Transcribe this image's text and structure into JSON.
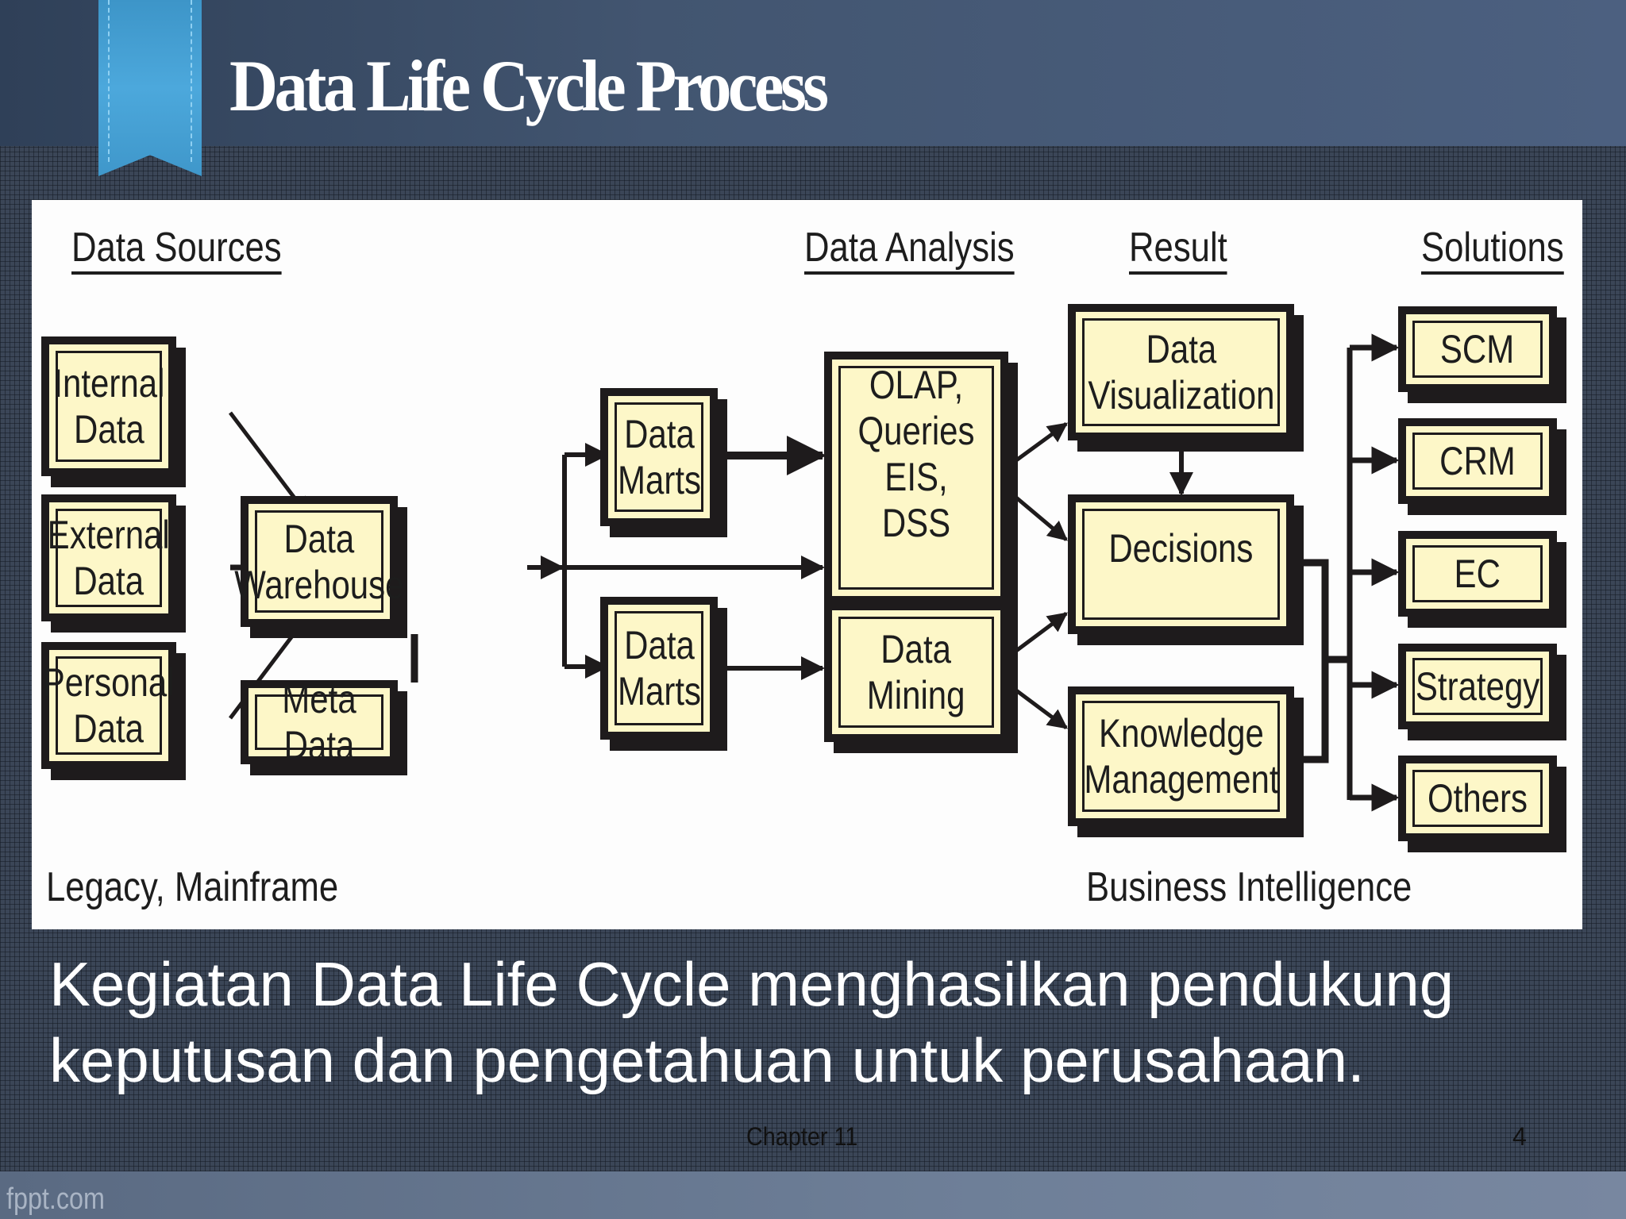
{
  "slide": {
    "title": "Data Life Cycle Process",
    "body_text": "Kegiatan Data Life Cycle menghasilkan pendukung keputusan dan pengetahuan untuk perusahaan.",
    "footer_center": "Chapter 11",
    "page_number": "4",
    "brand": "fppt.com"
  },
  "diagram": {
    "section_headers": {
      "data_sources": "Data Sources",
      "data_analysis": "Data Analysis",
      "result": "Result",
      "solutions": "Solutions"
    },
    "bottom_labels": {
      "left": "Legacy, Mainframe",
      "right": "Business Intelligence"
    },
    "nodes": {
      "internal_data": "Internal\nData",
      "external_data": "External\nData",
      "personal_data": "Personal\nData",
      "data_warehouse": "Data\nWarehouse",
      "meta_data": "Meta Data",
      "data_marts_top": "Data\nMarts",
      "data_marts_bottom": "Data\nMarts",
      "olap": "OLAP,\nQueries\nEIS, DSS",
      "data_mining": "Data\nMining",
      "data_visualization": "Data\nVisualization",
      "decisions": "Decisions",
      "knowledge_management": "Knowledge\nManagement",
      "scm": "SCM",
      "crm": "CRM",
      "ec": "EC",
      "strategy": "Strategy",
      "others": "Others"
    },
    "edges": [
      [
        "internal_data",
        "data_warehouse"
      ],
      [
        "external_data",
        "data_warehouse"
      ],
      [
        "personal_data",
        "data_warehouse"
      ],
      [
        "data_warehouse",
        "meta_data"
      ],
      [
        "data_warehouse",
        "data_marts_top"
      ],
      [
        "data_warehouse",
        "olap"
      ],
      [
        "data_warehouse",
        "data_marts_bottom"
      ],
      [
        "data_marts_top",
        "olap"
      ],
      [
        "data_marts_bottom",
        "data_mining"
      ],
      [
        "olap",
        "data_visualization"
      ],
      [
        "olap",
        "decisions"
      ],
      [
        "data_mining",
        "decisions"
      ],
      [
        "data_mining",
        "knowledge_management"
      ],
      [
        "data_visualization",
        "decisions"
      ],
      [
        "decisions",
        "solutions"
      ],
      [
        "knowledge_management",
        "solutions"
      ]
    ],
    "colors": {
      "box_fill": "#fdf7c8",
      "box_border": "#1e1b1c",
      "panel": "#fdfdfd",
      "ribbon": "#4ca8dc",
      "header": "#425570"
    }
  }
}
